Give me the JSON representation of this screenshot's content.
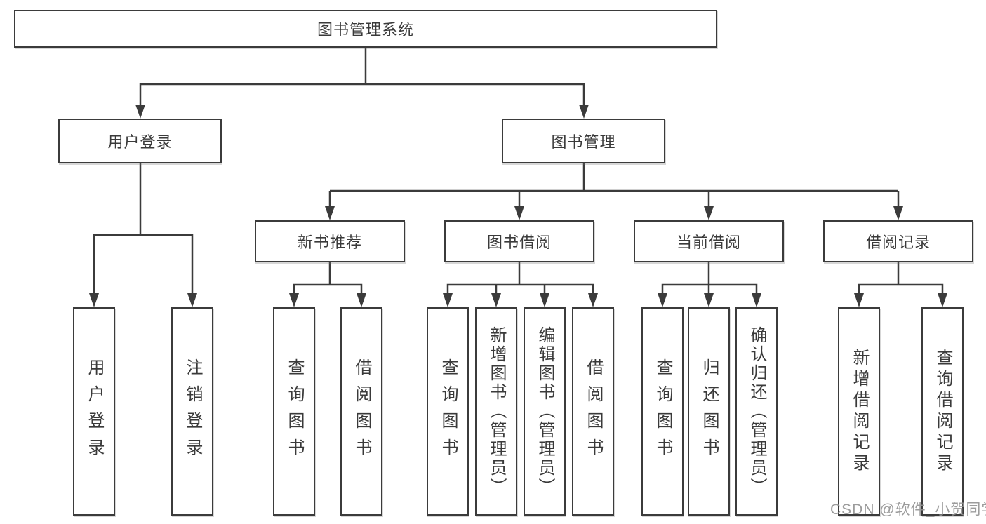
{
  "diagram": {
    "level1": {
      "id": "library-management-system",
      "label": "图书管理系统"
    },
    "level2": [
      {
        "id": "user-login",
        "label": "用户登录",
        "parent": "library-management-system"
      },
      {
        "id": "book-management",
        "label": "图书管理",
        "parent": "library-management-system"
      }
    ],
    "level3": [
      {
        "id": "new-book-recommendation",
        "label": "新书推荐",
        "parent": "book-management"
      },
      {
        "id": "book-borrowing",
        "label": "图书借阅",
        "parent": "book-management"
      },
      {
        "id": "current-borrowing",
        "label": "当前借阅",
        "parent": "book-management"
      },
      {
        "id": "borrowing-records",
        "label": "借阅记录",
        "parent": "book-management"
      }
    ],
    "leaves": [
      {
        "id": "leaf-user-login",
        "label": "用户登录",
        "parent": "user-login"
      },
      {
        "id": "leaf-logout",
        "label": "注销登录",
        "parent": "user-login"
      },
      {
        "id": "leaf-query-books-1",
        "label": "查询图书",
        "parent": "new-book-recommendation"
      },
      {
        "id": "leaf-borrow-books-1",
        "label": "借阅图书",
        "parent": "new-book-recommendation"
      },
      {
        "id": "leaf-query-books-2",
        "label": "查询图书",
        "parent": "book-borrowing"
      },
      {
        "id": "leaf-add-books-admin",
        "label": "新增图书（管理员）",
        "parent": "book-borrowing"
      },
      {
        "id": "leaf-edit-books-admin",
        "label": "编辑图书（管理员）",
        "parent": "book-borrowing"
      },
      {
        "id": "leaf-borrow-books-2",
        "label": "借阅图书",
        "parent": "book-borrowing"
      },
      {
        "id": "leaf-query-books-3",
        "label": "查询图书",
        "parent": "current-borrowing"
      },
      {
        "id": "leaf-return-books",
        "label": "归还图书",
        "parent": "current-borrowing"
      },
      {
        "id": "leaf-confirm-return-admin",
        "label": "确认归还（管理员）",
        "parent": "current-borrowing"
      },
      {
        "id": "leaf-add-borrow-record",
        "label": "新增借阅记录",
        "parent": "borrowing-records"
      },
      {
        "id": "leaf-query-borrow-record",
        "label": "查询借阅记录",
        "parent": "borrowing-records"
      }
    ],
    "watermark": "CSDN @软件_小贺同学",
    "colors": {
      "line": "#3b3b3b",
      "text": "#3a3a3a",
      "box_fill": "#ffffff",
      "watermark": "#919191"
    }
  }
}
